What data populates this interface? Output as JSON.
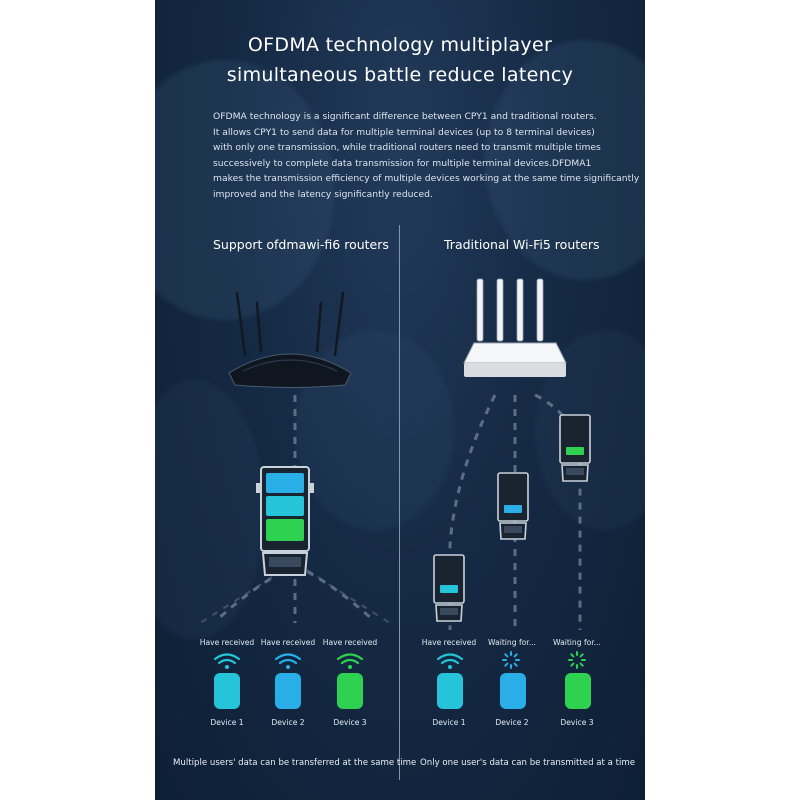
{
  "title_line1": "OFDMA technology multiplayer",
  "title_line2": "simultaneous battle reduce latency",
  "intro_lines": [
    "OFDMA technology is a significant difference between CPY1 and traditional routers.",
    "It allows CPY1 to send data for multiple terminal devices (up to 8 terminal devices)",
    "with only one transmission, while traditional routers need to transmit multiple times",
    "successively to complete data transmission for multiple terminal devices.DFDMA1",
    "makes the transmission efficiency of multiple devices working at the same time significantly",
    "improved and the latency significantly reduced."
  ],
  "left": {
    "title": "Support ofdmawi-fi6 routers",
    "statuses": [
      "Have received",
      "Have received",
      "Have received"
    ],
    "devices": [
      "Device 1",
      "Device 2",
      "Device 3"
    ],
    "footnote": "Multiple users' data can be transferred at the same time"
  },
  "right": {
    "title": "Traditional Wi-Fi5 routers",
    "statuses": [
      "Have received",
      "Waiting for...",
      "Waiting for..."
    ],
    "devices": [
      "Device 1",
      "Device 2",
      "Device 3"
    ],
    "footnote": "Only one user's data can be transmitted at a time"
  },
  "colors": {
    "cyan": "#25c4d8",
    "blue": "#2aaee8",
    "green": "#2fd150",
    "background": "#152a45"
  },
  "icons": {
    "router_new": "router-icon",
    "router_old": "router-icon",
    "truck": "truck-icon",
    "wifi": "wifi-icon",
    "loading": "loading-spinner-icon",
    "device": "phone-icon"
  }
}
